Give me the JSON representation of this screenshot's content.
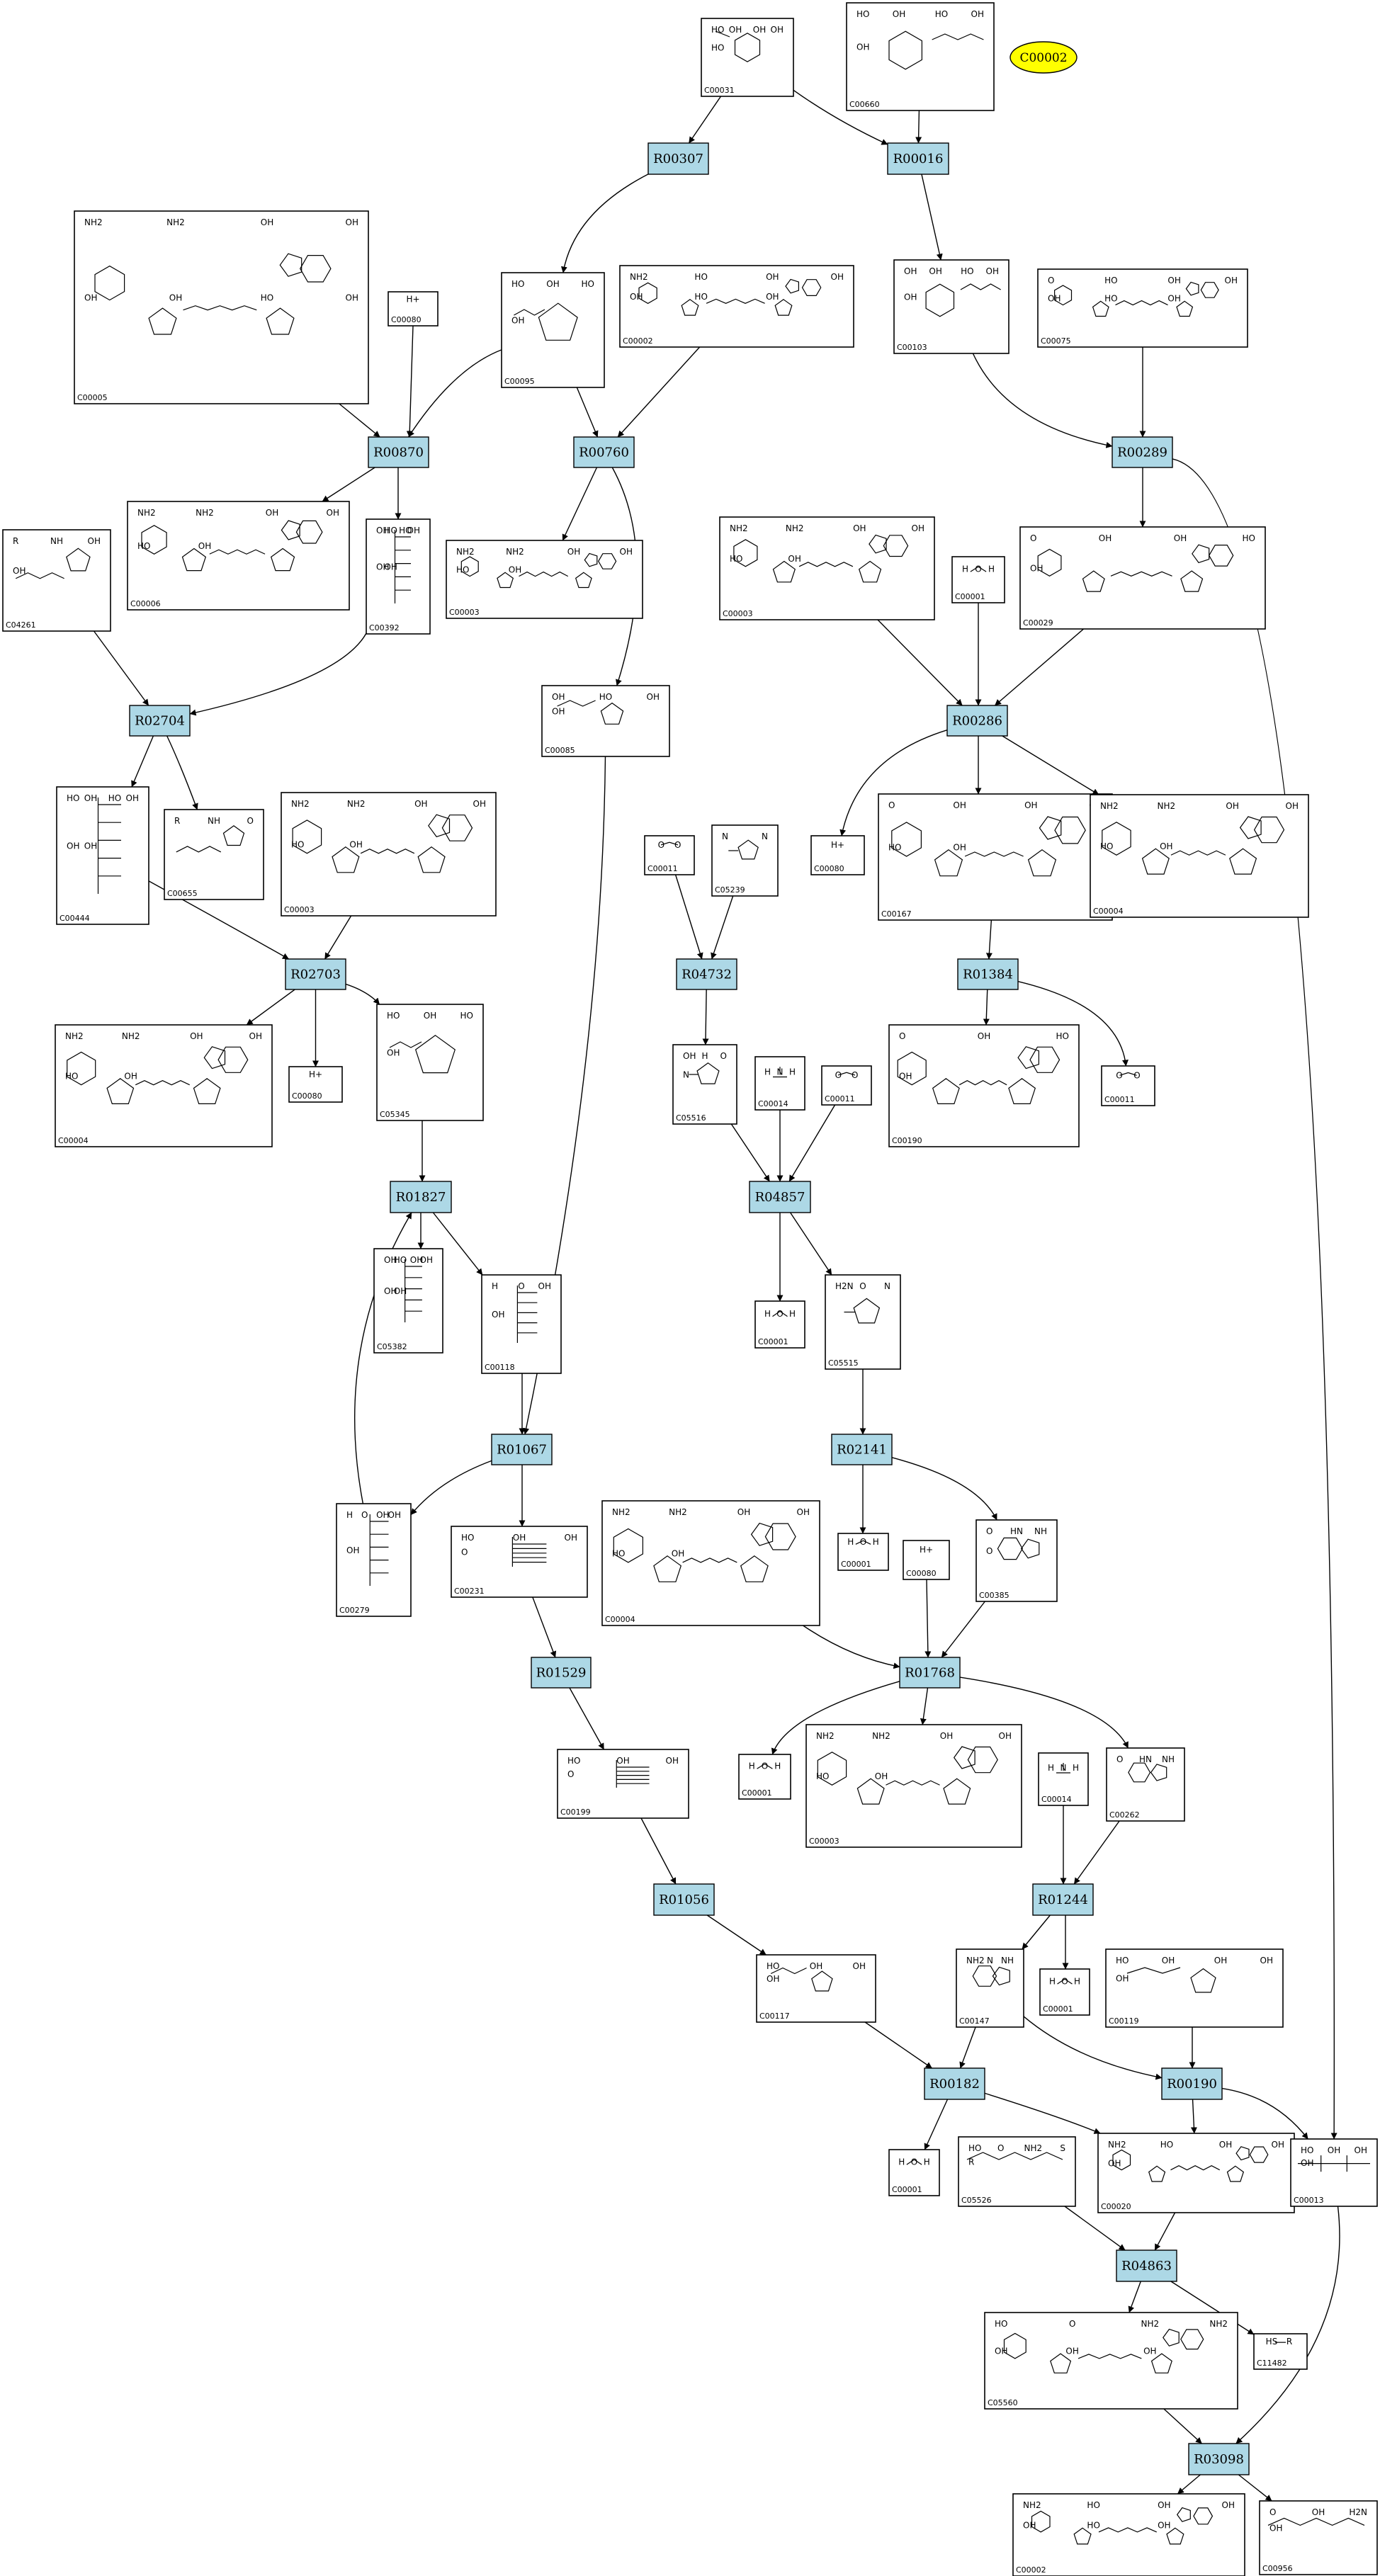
{
  "diagram": {
    "type": "KEGG-style metabolic pathway map",
    "colors": {
      "reaction_fill": "#add8e6",
      "highlight_fill": "#ffff00",
      "stroke": "#000000",
      "background": "#ffffff"
    },
    "highlight": {
      "label": "C00002"
    },
    "compounds": [
      {
        "key": "c00031",
        "label": "C00031",
        "glyph": "hexose",
        "texts": [
          "HO",
          "OH",
          "OH",
          "OH",
          "HO"
        ]
      },
      {
        "key": "c00660",
        "label": "C00660",
        "glyph": "hexose_pp",
        "texts": [
          "HO",
          "OH",
          "HO",
          "OH",
          "OH"
        ]
      },
      {
        "key": "c00005",
        "label": "C00005",
        "glyph": "nucleotide_big",
        "texts": [
          "NH2",
          "NH2",
          "OH",
          "OH",
          "OH",
          "OH",
          "HO",
          "OH"
        ]
      },
      {
        "key": "c00080a",
        "label": "C00080",
        "glyph": "proton",
        "texts": [
          "H+"
        ]
      },
      {
        "key": "c00095",
        "label": "C00095",
        "glyph": "furanose",
        "texts": [
          "HO",
          "OH",
          "HO",
          "OH"
        ]
      },
      {
        "key": "c00002top",
        "label": "C00002",
        "glyph": "nucleotide_small",
        "texts": [
          "NH2",
          "HO",
          "OH",
          "OH",
          "OH",
          "HO",
          "OH"
        ]
      },
      {
        "key": "c00103",
        "label": "C00103",
        "glyph": "hexose_p",
        "texts": [
          "OH",
          "OH",
          "HO",
          "OH",
          "OH"
        ]
      },
      {
        "key": "c00075",
        "label": "C00075",
        "glyph": "nucleotide_small",
        "texts": [
          "O",
          "HO",
          "OH",
          "OH",
          "OH",
          "HO",
          "OH"
        ]
      },
      {
        "key": "c04261",
        "label": "C04261",
        "glyph": "peptide_small",
        "texts": [
          "R",
          "NH",
          "OH",
          "OH"
        ]
      },
      {
        "key": "c00006",
        "label": "C00006",
        "glyph": "nucleotide_big",
        "texts": [
          "NH2",
          "NH2",
          "OH",
          "OH",
          "HO",
          "OH"
        ]
      },
      {
        "key": "c00392",
        "label": "C00392",
        "glyph": "chain",
        "texts": [
          "OH",
          "HO",
          "HO",
          "OH",
          "OH",
          "OH"
        ]
      },
      {
        "key": "c00003a",
        "label": "C00003",
        "glyph": "nucleotide_small",
        "texts": [
          "NH2",
          "NH2",
          "OH",
          "OH",
          "HO",
          "OH"
        ]
      },
      {
        "key": "c00029",
        "label": "C00029",
        "glyph": "nucleotide_small",
        "texts": [
          "O",
          "OH",
          "OH",
          "HO",
          "OH"
        ]
      },
      {
        "key": "c00003b",
        "label": "C00003",
        "glyph": "nucleotide_big",
        "texts": [
          "NH2",
          "NH2",
          "OH",
          "OH",
          "HO",
          "OH"
        ]
      },
      {
        "key": "c00001a",
        "label": "C00001",
        "glyph": "water",
        "texts": [
          "H",
          "O",
          "H"
        ]
      },
      {
        "key": "c00085",
        "label": "C00085",
        "glyph": "furanose",
        "texts": [
          "OH",
          "HO",
          "OH",
          "OH"
        ]
      },
      {
        "key": "c00444",
        "label": "C00444",
        "glyph": "chain",
        "texts": [
          "HO",
          "OH",
          "HO",
          "OH",
          "OH",
          "OH"
        ]
      },
      {
        "key": "c00655",
        "label": "C00655",
        "glyph": "peptide_small",
        "texts": [
          "R",
          "NH",
          "O"
        ]
      },
      {
        "key": "c00003c",
        "label": "C00003",
        "glyph": "nucleotide_big",
        "texts": [
          "NH2",
          "NH2",
          "OH",
          "OH",
          "HO",
          "OH"
        ]
      },
      {
        "key": "c00011a",
        "label": "C00011",
        "glyph": "co2",
        "texts": [
          "O",
          "O"
        ]
      },
      {
        "key": "c05239",
        "label": "C05239",
        "glyph": "imidazole",
        "texts": [
          "N",
          "N"
        ]
      },
      {
        "key": "c00080b",
        "label": "C00080",
        "glyph": "proton",
        "texts": [
          "H+"
        ]
      },
      {
        "key": "c00167",
        "label": "C00167",
        "glyph": "nucleotide_small",
        "texts": [
          "O",
          "OH",
          "OH",
          "OH",
          "HO",
          "OH"
        ]
      },
      {
        "key": "c00004a",
        "label": "C00004",
        "glyph": "nucleotide_small",
        "texts": [
          "NH2",
          "NH2",
          "OH",
          "OH",
          "HO",
          "OH"
        ]
      },
      {
        "key": "c00004b",
        "label": "C00004",
        "glyph": "nucleotide_big",
        "texts": [
          "NH2",
          "NH2",
          "OH",
          "OH",
          "HO",
          "OH"
        ]
      },
      {
        "key": "c00080c",
        "label": "C00080",
        "glyph": "proton",
        "texts": [
          "H+"
        ]
      },
      {
        "key": "c05345",
        "label": "C05345",
        "glyph": "furanose",
        "texts": [
          "HO",
          "OH",
          "HO",
          "OH"
        ]
      },
      {
        "key": "c05516",
        "label": "C05516",
        "glyph": "imidazole",
        "texts": [
          "OH",
          "H",
          "O",
          "N"
        ]
      },
      {
        "key": "c00014a",
        "label": "C00014",
        "glyph": "ammonia",
        "texts": [
          "H",
          "N",
          "H"
        ]
      },
      {
        "key": "c00011b",
        "label": "C00011",
        "glyph": "co2",
        "texts": [
          "O",
          "O"
        ]
      },
      {
        "key": "c00190",
        "label": "C00190",
        "glyph": "nucleotide_small",
        "texts": [
          "O",
          "OH",
          "HO",
          "OH"
        ]
      },
      {
        "key": "c00011c",
        "label": "C00011",
        "glyph": "co2",
        "texts": [
          "O",
          "O"
        ]
      },
      {
        "key": "c05382",
        "label": "C05382",
        "glyph": "chain",
        "texts": [
          "OH",
          "HO",
          "OH",
          "OH",
          "OH",
          "OH"
        ]
      },
      {
        "key": "c00118",
        "label": "C00118",
        "glyph": "chain",
        "texts": [
          "H",
          "O",
          "OH",
          "OH"
        ]
      },
      {
        "key": "c00001b",
        "label": "C00001",
        "glyph": "water",
        "texts": [
          "H",
          "O",
          "H"
        ]
      },
      {
        "key": "c05515",
        "label": "C05515",
        "glyph": "imidazole",
        "texts": [
          "H2N",
          "O",
          "N"
        ]
      },
      {
        "key": "c00279",
        "label": "C00279",
        "glyph": "chain",
        "texts": [
          "H",
          "O",
          "OH",
          "OH",
          "OH"
        ]
      },
      {
        "key": "c00231",
        "label": "C00231",
        "glyph": "chain",
        "texts": [
          "HO",
          "OH",
          "OH",
          "O"
        ]
      },
      {
        "key": "c00004c",
        "label": "C00004",
        "glyph": "nucleotide_big",
        "texts": [
          "NH2",
          "NH2",
          "OH",
          "OH",
          "HO",
          "OH"
        ]
      },
      {
        "key": "c00001c",
        "label": "C00001",
        "glyph": "water",
        "texts": [
          "H",
          "O",
          "H"
        ]
      },
      {
        "key": "c00080d",
        "label": "C00080",
        "glyph": "proton",
        "texts": [
          "H+"
        ]
      },
      {
        "key": "c00385",
        "label": "C00385",
        "glyph": "purine",
        "texts": [
          "O",
          "HN",
          "NH",
          "O"
        ]
      },
      {
        "key": "c00199",
        "label": "C00199",
        "glyph": "chain",
        "texts": [
          "HO",
          "OH",
          "OH",
          "O"
        ]
      },
      {
        "key": "c00001d",
        "label": "C00001",
        "glyph": "water",
        "texts": [
          "H",
          "O",
          "H"
        ]
      },
      {
        "key": "c00003d",
        "label": "C00003",
        "glyph": "nucleotide_big",
        "texts": [
          "NH2",
          "NH2",
          "OH",
          "OH",
          "HO",
          "OH"
        ]
      },
      {
        "key": "c00014b",
        "label": "C00014",
        "glyph": "ammonia",
        "texts": [
          "H",
          "N",
          "H"
        ]
      },
      {
        "key": "c00262",
        "label": "C00262",
        "glyph": "purine",
        "texts": [
          "O",
          "HN",
          "NH"
        ]
      },
      {
        "key": "c00117",
        "label": "C00117",
        "glyph": "furanose",
        "texts": [
          "HO",
          "OH",
          "OH",
          "OH"
        ]
      },
      {
        "key": "c00147",
        "label": "C00147",
        "glyph": "purine",
        "texts": [
          "NH2",
          "N",
          "NH"
        ]
      },
      {
        "key": "c00001e",
        "label": "C00001",
        "glyph": "water",
        "texts": [
          "H",
          "O",
          "H"
        ]
      },
      {
        "key": "c00119",
        "label": "C00119",
        "glyph": "furanose_pp",
        "texts": [
          "HO",
          "OH",
          "OH",
          "OH",
          "OH"
        ]
      },
      {
        "key": "c00001f",
        "label": "C00001",
        "glyph": "water",
        "texts": [
          "H",
          "O",
          "H"
        ]
      },
      {
        "key": "c05526",
        "label": "C05526",
        "glyph": "amino_chain",
        "texts": [
          "HO",
          "O",
          "NH2",
          "S",
          "R"
        ]
      },
      {
        "key": "c00020",
        "label": "C00020",
        "glyph": "nucleotide_small",
        "texts": [
          "NH2",
          "HO",
          "OH",
          "OH",
          "OH"
        ]
      },
      {
        "key": "c00013",
        "label": "C00013",
        "glyph": "pyrophosphate",
        "texts": [
          "HO",
          "OH",
          "OH",
          "OH"
        ]
      },
      {
        "key": "c05560",
        "label": "C05560",
        "glyph": "amino_nucleotide",
        "texts": [
          "HO",
          "O",
          "NH2",
          "NH2",
          "OH",
          "OH",
          "OH"
        ]
      },
      {
        "key": "c11482",
        "label": "C11482",
        "glyph": "thiol",
        "texts": [
          "HS",
          "R"
        ]
      },
      {
        "key": "c00002bot",
        "label": "C00002",
        "glyph": "nucleotide_small",
        "texts": [
          "NH2",
          "HO",
          "OH",
          "OH",
          "OH",
          "HO",
          "OH"
        ]
      },
      {
        "key": "c00956",
        "label": "C00956",
        "glyph": "amino_acid",
        "texts": [
          "O",
          "OH",
          "H2N",
          "OH"
        ]
      }
    ],
    "reactions": [
      {
        "key": "r00307",
        "label": "R00307"
      },
      {
        "key": "r00016",
        "label": "R00016"
      },
      {
        "key": "r00870",
        "label": "R00870"
      },
      {
        "key": "r00760",
        "label": "R00760"
      },
      {
        "key": "r00289",
        "label": "R00289"
      },
      {
        "key": "r02704",
        "label": "R02704"
      },
      {
        "key": "r00286",
        "label": "R00286"
      },
      {
        "key": "r02703",
        "label": "R02703"
      },
      {
        "key": "r04732",
        "label": "R04732"
      },
      {
        "key": "r01384",
        "label": "R01384"
      },
      {
        "key": "r01827",
        "label": "R01827"
      },
      {
        "key": "r04857",
        "label": "R04857"
      },
      {
        "key": "r01067",
        "label": "R01067"
      },
      {
        "key": "r02141",
        "label": "R02141"
      },
      {
        "key": "r01529",
        "label": "R01529"
      },
      {
        "key": "r01768",
        "label": "R01768"
      },
      {
        "key": "r01056",
        "label": "R01056"
      },
      {
        "key": "r01244",
        "label": "R01244"
      },
      {
        "key": "r00182",
        "label": "R00182"
      },
      {
        "key": "r00190",
        "label": "R00190"
      },
      {
        "key": "r04863",
        "label": "R04863"
      },
      {
        "key": "r03098",
        "label": "R03098"
      }
    ],
    "edges": [
      [
        "c00031",
        "r00307"
      ],
      [
        "c00031",
        "r00016"
      ],
      [
        "c00660",
        "r00016"
      ],
      [
        "r00307",
        "c00095"
      ],
      [
        "r00016",
        "c00103"
      ],
      [
        "c00005",
        "r00870"
      ],
      [
        "c00080a",
        "r00870"
      ],
      [
        "c00095",
        "r00870"
      ],
      [
        "c00095",
        "r00760"
      ],
      [
        "c00002top",
        "r00760"
      ],
      [
        "c00103",
        "r00289"
      ],
      [
        "c00075",
        "r00289"
      ],
      [
        "r00870",
        "c00006"
      ],
      [
        "r00870",
        "c00392"
      ],
      [
        "r00760",
        "c00003a"
      ],
      [
        "r00760",
        "c00085"
      ],
      [
        "r00289",
        "c00029"
      ],
      [
        "r00289",
        "c00013"
      ],
      [
        "c04261",
        "r02704"
      ],
      [
        "c00392",
        "r02704"
      ],
      [
        "c00003b",
        "r00286"
      ],
      [
        "c00001a",
        "r00286"
      ],
      [
        "c00029",
        "r00286"
      ],
      [
        "r02704",
        "c00444"
      ],
      [
        "r02704",
        "c00655"
      ],
      [
        "r00286",
        "c00080b"
      ],
      [
        "r00286",
        "c00167"
      ],
      [
        "r00286",
        "c00004a"
      ],
      [
        "c00444",
        "r02703"
      ],
      [
        "c00003c",
        "r02703"
      ],
      [
        "c00011a",
        "r04732"
      ],
      [
        "c05239",
        "r04732"
      ],
      [
        "c00167",
        "r01384"
      ],
      [
        "r02703",
        "c00004b"
      ],
      [
        "r02703",
        "c00080c"
      ],
      [
        "r02703",
        "c05345"
      ],
      [
        "r04732",
        "c05516"
      ],
      [
        "r01384",
        "c00190"
      ],
      [
        "r01384",
        "c00011c"
      ],
      [
        "c05345",
        "r01827"
      ],
      [
        "c00279",
        "r01827"
      ],
      [
        "c05516",
        "r04857"
      ],
      [
        "c00014a",
        "r04857"
      ],
      [
        "c00011b",
        "r04857"
      ],
      [
        "r01827",
        "c05382"
      ],
      [
        "r01827",
        "c00118"
      ],
      [
        "r04857",
        "c00001b"
      ],
      [
        "r04857",
        "c05515"
      ],
      [
        "c00118",
        "r01067"
      ],
      [
        "c00085",
        "r01067"
      ],
      [
        "c05515",
        "r02141"
      ],
      [
        "r01067",
        "c00279"
      ],
      [
        "r01067",
        "c00231"
      ],
      [
        "r02141",
        "c00001c"
      ],
      [
        "r02141",
        "c00385"
      ],
      [
        "c00231",
        "r01529"
      ],
      [
        "c00004c",
        "r01768"
      ],
      [
        "c00080d",
        "r01768"
      ],
      [
        "c00385",
        "r01768"
      ],
      [
        "r01529",
        "c00199"
      ],
      [
        "r01768",
        "c00001d"
      ],
      [
        "r01768",
        "c00003d"
      ],
      [
        "r01768",
        "c00262"
      ],
      [
        "c00199",
        "r01056"
      ],
      [
        "c00014b",
        "r01244"
      ],
      [
        "c00262",
        "r01244"
      ],
      [
        "r01056",
        "c00117"
      ],
      [
        "r01244",
        "c00147"
      ],
      [
        "r01244",
        "c00001e"
      ],
      [
        "c00117",
        "r00182"
      ],
      [
        "c00147",
        "r00182"
      ],
      [
        "c00147",
        "r00190"
      ],
      [
        "c00119",
        "r00190"
      ],
      [
        "r00182",
        "c00001f"
      ],
      [
        "r00182",
        "c00020"
      ],
      [
        "r00190",
        "c00020"
      ],
      [
        "r00190",
        "c00013"
      ],
      [
        "c05526",
        "r04863"
      ],
      [
        "c00020",
        "r04863"
      ],
      [
        "r04863",
        "c05560"
      ],
      [
        "r04863",
        "c11482"
      ],
      [
        "c05560",
        "r03098"
      ],
      [
        "c00013",
        "r03098"
      ],
      [
        "r03098",
        "c00002bot"
      ],
      [
        "r03098",
        "c00956"
      ]
    ]
  }
}
